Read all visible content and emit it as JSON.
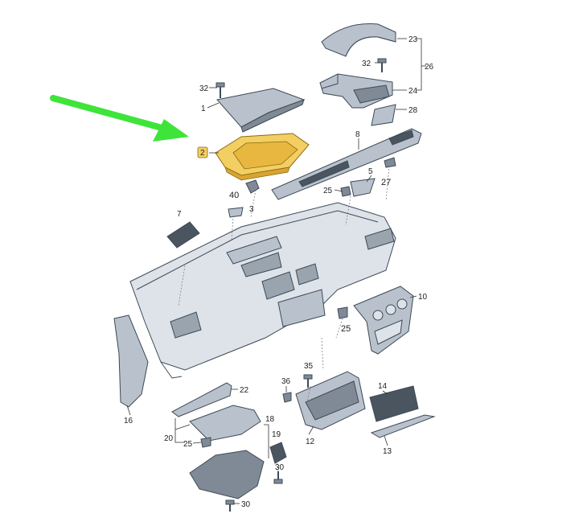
{
  "colors": {
    "part_fill": "#b9c2cc",
    "part_dark": "#7f8a96",
    "part_line": "#3d4a57",
    "highlight_fill": "#f3cf63",
    "highlight_line": "#8a6a10",
    "arrow": "#3ee43a",
    "label_text": "#222222"
  },
  "callouts": {
    "c23": "23",
    "c32a": "32",
    "c26": "26",
    "c24": "24",
    "c32b": "32",
    "c1": "1",
    "c28": "28",
    "c8": "8",
    "c2": "2",
    "c5": "5",
    "c27": "27",
    "c40": "40",
    "c25a": "25",
    "c3": "3",
    "c7": "7",
    "c10": "10",
    "c25b": "25",
    "c35": "35",
    "c36": "36",
    "c22": "22",
    "c14": "14",
    "c16": "16",
    "c18": "18",
    "c20": "20",
    "c19": "19",
    "c25c": "25",
    "c12": "12",
    "c13": "13",
    "c30a": "30",
    "c30b": "30"
  }
}
